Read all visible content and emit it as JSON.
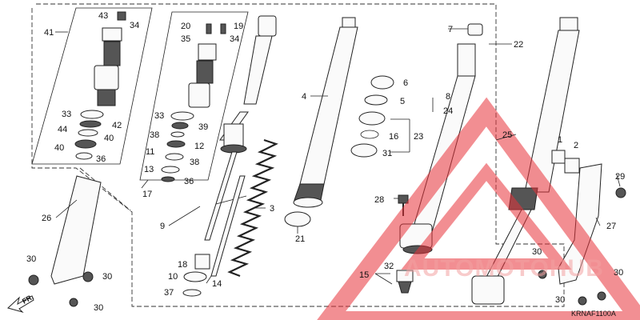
{
  "diagram": {
    "catalog_code": "KRNAF1100A",
    "direction_marker": "FR.",
    "watermark_text": "AUTOMOTOHUB",
    "brand_color": "#e8333a",
    "part_labels": [
      {
        "id": "p43",
        "text": "43"
      },
      {
        "id": "p34a",
        "text": "34"
      },
      {
        "id": "p41",
        "text": "41"
      },
      {
        "id": "p20",
        "text": "20"
      },
      {
        "id": "p19",
        "text": "19"
      },
      {
        "id": "p35",
        "text": "35"
      },
      {
        "id": "p34b",
        "text": "34"
      },
      {
        "id": "p33a",
        "text": "33"
      },
      {
        "id": "p42",
        "text": "42"
      },
      {
        "id": "p44",
        "text": "44"
      },
      {
        "id": "p40a",
        "text": "40"
      },
      {
        "id": "p40b",
        "text": "40"
      },
      {
        "id": "p36a",
        "text": "36"
      },
      {
        "id": "p33b",
        "text": "33"
      },
      {
        "id": "p39",
        "text": "39"
      },
      {
        "id": "p38a",
        "text": "38"
      },
      {
        "id": "p11",
        "text": "11"
      },
      {
        "id": "p12",
        "text": "12"
      },
      {
        "id": "p38b",
        "text": "38"
      },
      {
        "id": "p13",
        "text": "13"
      },
      {
        "id": "p36b",
        "text": "36"
      },
      {
        "id": "p17",
        "text": "17"
      },
      {
        "id": "p9",
        "text": "9"
      },
      {
        "id": "p18",
        "text": "18"
      },
      {
        "id": "p10",
        "text": "10"
      },
      {
        "id": "p14",
        "text": "14"
      },
      {
        "id": "p37",
        "text": "37"
      },
      {
        "id": "p3",
        "text": "3"
      },
      {
        "id": "p4",
        "text": "4"
      },
      {
        "id": "p21",
        "text": "21"
      },
      {
        "id": "p6",
        "text": "6"
      },
      {
        "id": "p5",
        "text": "5"
      },
      {
        "id": "p16",
        "text": "16"
      },
      {
        "id": "p23",
        "text": "23"
      },
      {
        "id": "p31",
        "text": "31"
      },
      {
        "id": "p7",
        "text": "7"
      },
      {
        "id": "p8",
        "text": "8"
      },
      {
        "id": "p24",
        "text": "24"
      },
      {
        "id": "p22",
        "text": "22"
      },
      {
        "id": "p25",
        "text": "25"
      },
      {
        "id": "p1",
        "text": "1"
      },
      {
        "id": "p2",
        "text": "2"
      },
      {
        "id": "p29",
        "text": "29"
      },
      {
        "id": "p27",
        "text": "27"
      },
      {
        "id": "p28",
        "text": "28"
      },
      {
        "id": "p15",
        "text": "15"
      },
      {
        "id": "p32",
        "text": "32"
      },
      {
        "id": "p26",
        "text": "26"
      },
      {
        "id": "p30a",
        "text": "30"
      },
      {
        "id": "p30b",
        "text": "30"
      },
      {
        "id": "p30c",
        "text": "30"
      },
      {
        "id": "p30d",
        "text": "30"
      },
      {
        "id": "p30e",
        "text": "30"
      },
      {
        "id": "p30f",
        "text": "30"
      }
    ]
  }
}
